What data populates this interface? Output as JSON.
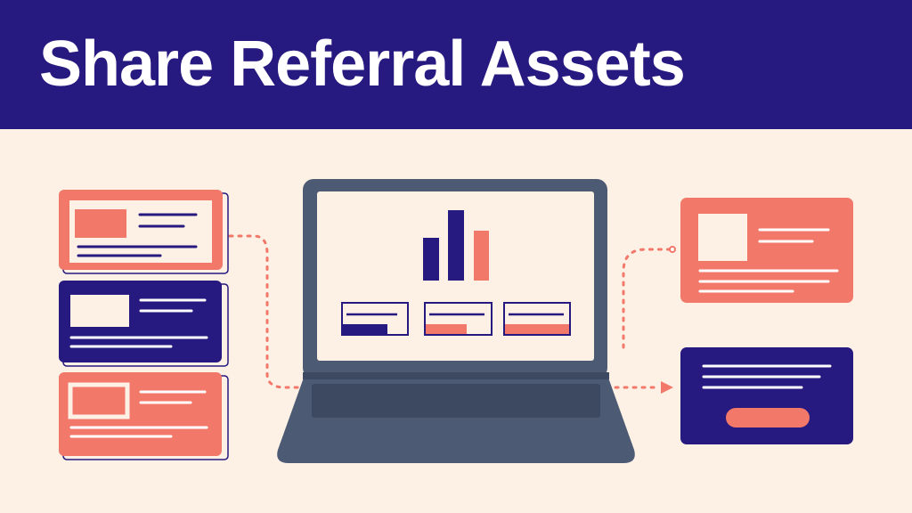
{
  "header": {
    "title": "Share Referral Assets"
  },
  "colors": {
    "navy": "#26197f",
    "coral": "#f2786a",
    "cream": "#fdf1e6",
    "laptop_gray": "#4c5a73",
    "white": "#ffffff"
  },
  "illustration": {
    "left_cards": [
      "coral-card",
      "navy-card",
      "coral-outline-card"
    ],
    "laptop_screen": [
      "bar-chart",
      "progress-boxes"
    ],
    "right_cards": [
      "coral-image-card",
      "navy-button-card"
    ],
    "connectors": "dotted-arrows"
  }
}
